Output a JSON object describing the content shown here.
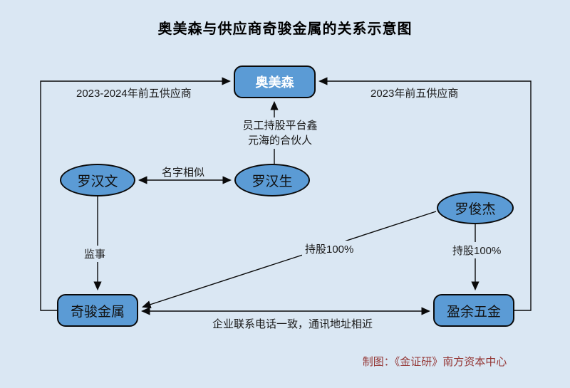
{
  "title": "奥美森与供应商奇骏金属的关系示意图",
  "colors": {
    "background": "#DAE7F3",
    "node_fill": "#5B9BD5",
    "node_border": "#0a0a0a",
    "line": "#1a1a1a",
    "credit_text": "#943634",
    "primary_node_text": "#ffffff"
  },
  "nodes": {
    "aomeisen": {
      "label": "奥美森",
      "shape": "rounded-rect"
    },
    "luohanwen": {
      "label": "罗汉文",
      "shape": "ellipse"
    },
    "luohansheng": {
      "label": "罗汉生",
      "shape": "ellipse"
    },
    "luojunjie": {
      "label": "罗俊杰",
      "shape": "ellipse"
    },
    "qijun": {
      "label": "奇骏金属",
      "shape": "rounded-rect"
    },
    "yingyu": {
      "label": "盈余五金",
      "shape": "rounded-rect"
    }
  },
  "edge_labels": {
    "left_supplier": "2023-2024年前五供应商",
    "right_supplier": "2023年前五供应商",
    "partner_line1": "员工持股平台鑫",
    "partner_line2": "元海的合伙人",
    "name_similar": "名字相似",
    "supervisor": "监事",
    "holding_diagonal": "持股100%",
    "holding_vertical": "持股100%",
    "contact_similar": "企业联系电话一致，通讯地址相近"
  },
  "credit": "制图：《金证研》南方资本中心"
}
